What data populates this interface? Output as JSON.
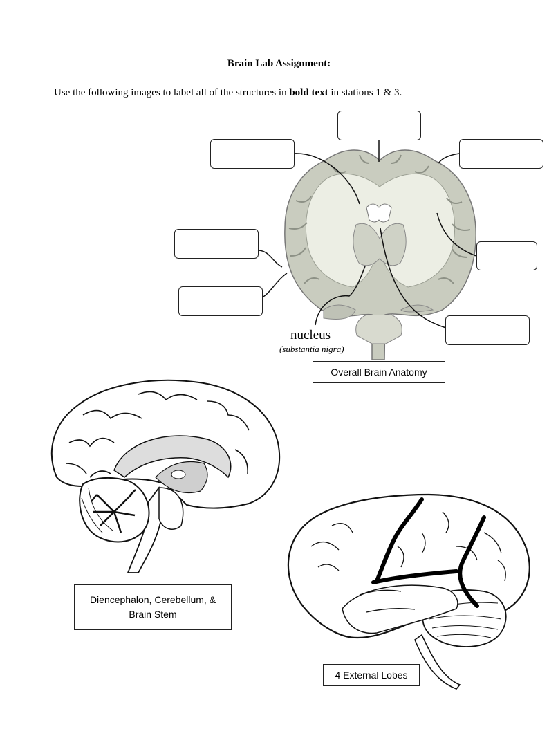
{
  "header": {
    "title": "Brain Lab Assignment:",
    "instruction_pre": "Use the following images to label all of the structures in ",
    "instruction_bold": "bold text",
    "instruction_post": " in stations 1 & 3."
  },
  "coronal": {
    "nucleus_label": "nucleus",
    "nucleus_sub": "(substantia nigra)",
    "caption": "Overall Brain Anatomy"
  },
  "sagittal": {
    "caption": "Diencephalon, Cerebellum, & Brain Stem"
  },
  "lateral": {
    "caption": "4 External Lobes"
  }
}
